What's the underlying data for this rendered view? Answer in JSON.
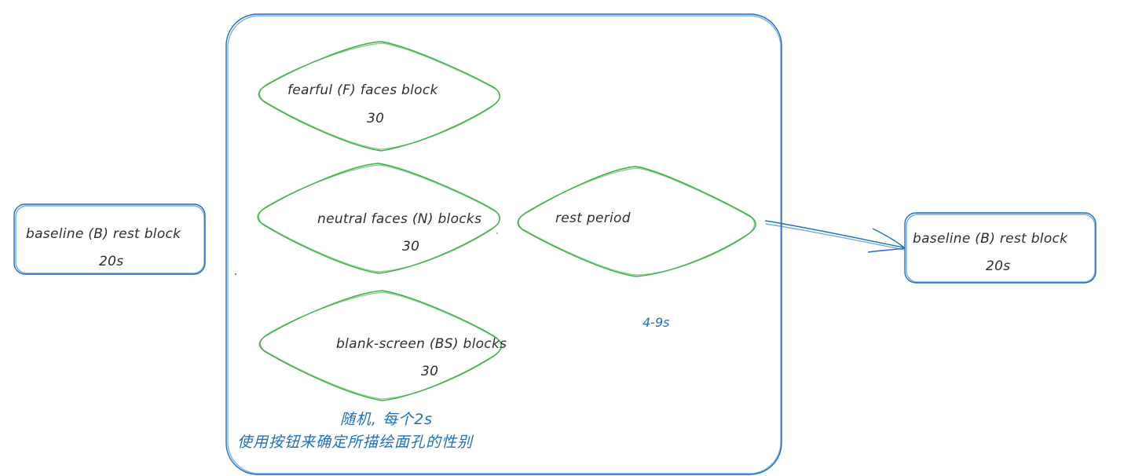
{
  "colors": {
    "blue": "#1e6fc2",
    "green": "#3fae49",
    "text": "#2e2e2e",
    "annotation": "#1f6fc0"
  },
  "baseline_left": {
    "line1": "baseline (B) rest block",
    "line2": "20s"
  },
  "baseline_right": {
    "line1": "baseline (B) rest block",
    "line2": "20s"
  },
  "blocks": {
    "fearful": {
      "line1": "fearful (F) faces block",
      "line2": "30"
    },
    "neutral": {
      "line1": "neutral faces (N) blocks",
      "line2": "30"
    },
    "blank": {
      "line1": "blank-screen (BS) blocks",
      "line2": "30"
    }
  },
  "rest_period": {
    "label": "rest period",
    "duration": "4-9s"
  },
  "notes": {
    "random": "随机, 每个2s",
    "instruction": "使用按钮来确定所描绘面孔的性别"
  }
}
